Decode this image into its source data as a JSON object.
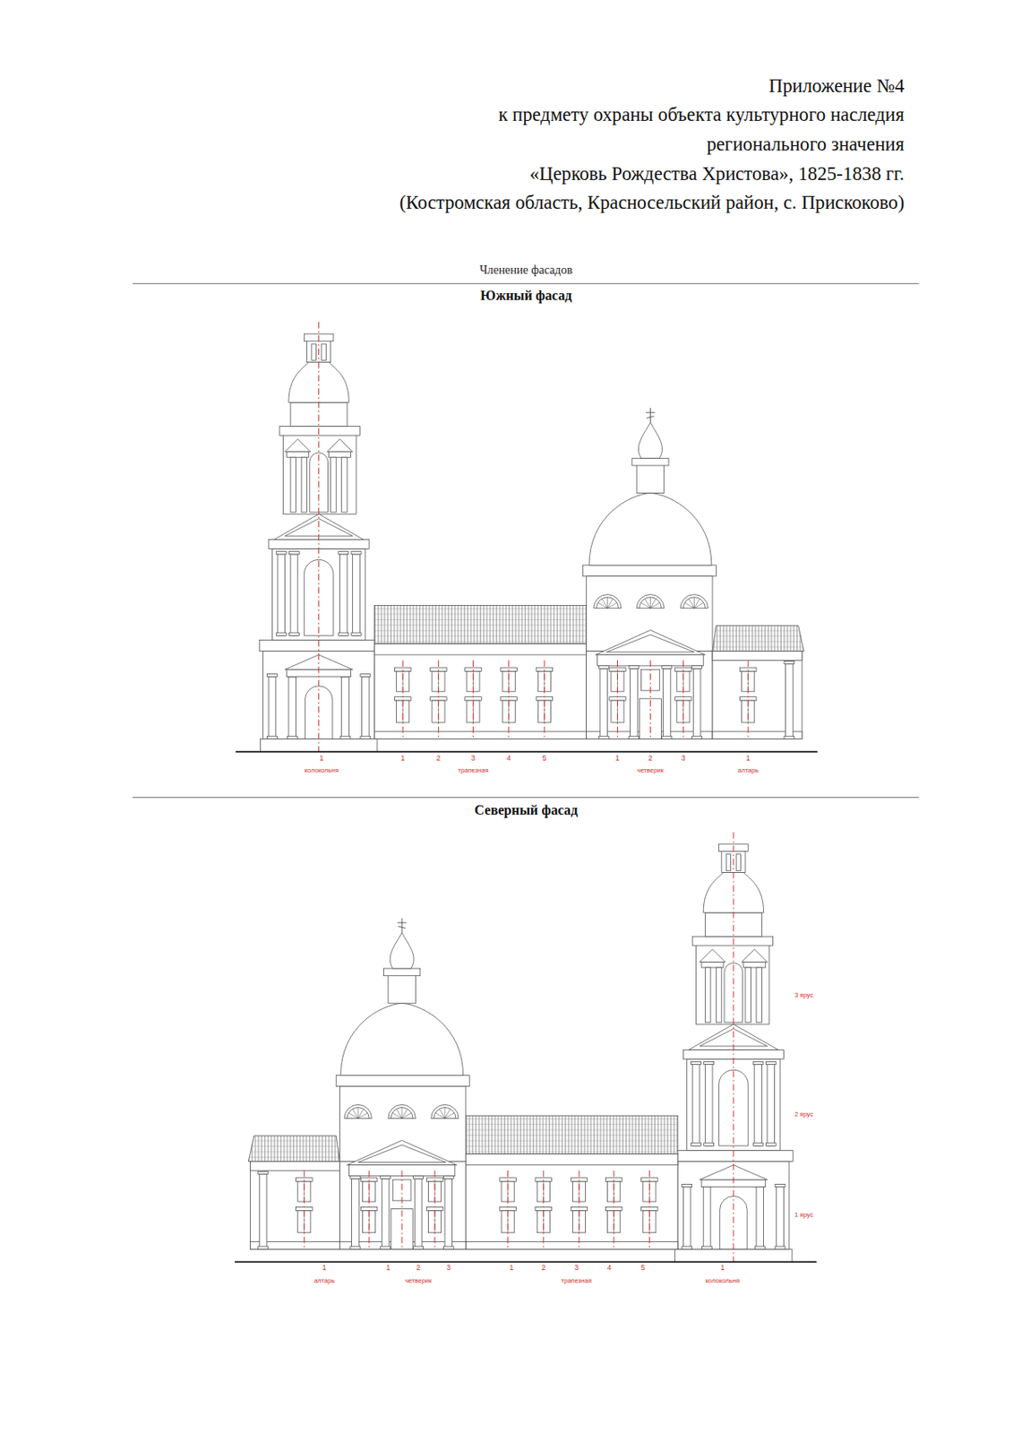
{
  "diagram": {
    "labels": [
      "Приложение №4",
      "к предмету охраны объекта культурного наследия",
      "регионального значения",
      "«Церковь Рождества Христова», 1825-1838 гг.",
      "(Костромская область, Красносельский район, с. Прискоково)",
      "Членение фасадов",
      "Южный фасад",
      "1",
      "1",
      "2",
      "3",
      "4",
      "5",
      "1",
      "2",
      "3",
      "1",
      "колокольня",
      "трапезная",
      "четверик",
      "алтарь",
      "Северный фасад",
      "3 ярус",
      "2 ярус",
      "1 ярус",
      "1",
      "1",
      "2",
      "3",
      "1",
      "2",
      "3",
      "4",
      "5",
      "1",
      "алтарь",
      "четверик",
      "трапезная",
      "колокольня"
    ]
  }
}
